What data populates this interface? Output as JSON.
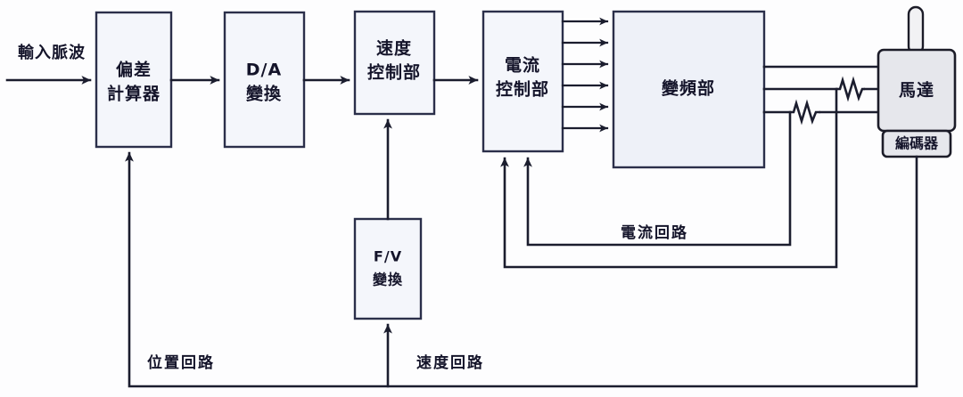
{
  "diagram": {
    "title_text": "",
    "input": {
      "label": "輸入脈波"
    },
    "blocks": [
      {
        "id": "deviation-counter",
        "label_line1": "偏差",
        "label_line2": "計算器"
      },
      {
        "id": "da-converter",
        "label_line1": "D/A",
        "label_line2": "變換"
      },
      {
        "id": "speed-controller",
        "label_line1": "速度",
        "label_line2": "控制部"
      },
      {
        "id": "current-controller",
        "label_line1": "電流",
        "label_line2": "控制部"
      },
      {
        "id": "inverter",
        "label_line1": "變頻部",
        "label_line2": ""
      },
      {
        "id": "fv-converter",
        "label_line1": "F/V",
        "label_line2": "變換"
      }
    ],
    "motor": {
      "label": "馬達"
    },
    "encoder": {
      "label": "編碼器"
    },
    "feedback_labels": {
      "current_loop": "電流回路",
      "speed_loop": "速度回路",
      "position_loop": "位置回路"
    },
    "counts": {
      "inverter_drive_arrows": 6,
      "motor_phase_lines": 3,
      "current_sense_resistors": 2
    },
    "colors": {
      "background": "#fdfdfe",
      "block_fill": "#f4f6fb",
      "block_stroke": "#2b2f4a",
      "wire": "#1b1d2e",
      "motor_fill": "#e6e7ec",
      "text": "#14142a"
    }
  }
}
